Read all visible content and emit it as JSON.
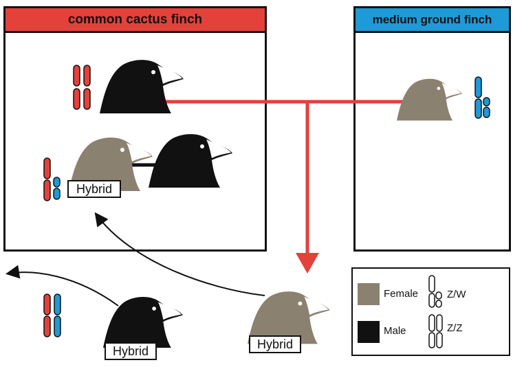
{
  "headers": {
    "left": "common cactus finch",
    "right": "medium ground finch"
  },
  "hybrid_labels": {
    "panel": "Hybrid",
    "bottom_male": "Hybrid",
    "bottom_female": "Hybrid"
  },
  "legend": {
    "female_label": "Female",
    "male_label": "Male",
    "zw_label": "Z/W",
    "zz_label": "Z/Z"
  },
  "colors": {
    "female": "#8b8170",
    "male": "#111111",
    "cactus": "#e4413b",
    "ground": "#1e9ad6",
    "cross_line": "#e4413b"
  }
}
